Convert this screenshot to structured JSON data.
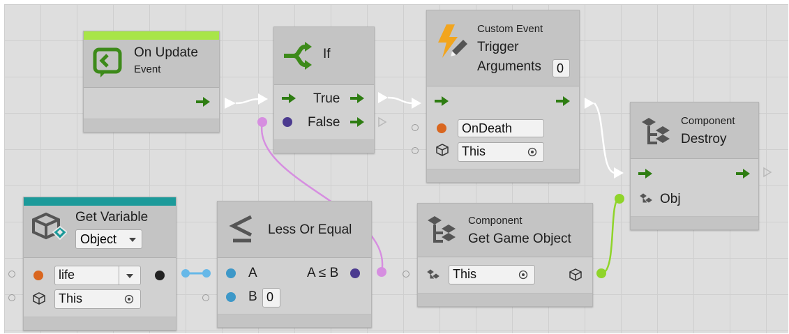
{
  "nodes": {
    "on_update": {
      "title": "On Update",
      "subtitle": "Event"
    },
    "if_node": {
      "title": "If",
      "true_label": "True",
      "false_label": "False"
    },
    "custom_event": {
      "kind": "Custom Event",
      "title": "Trigger",
      "args_label": "Arguments",
      "args_value": "0",
      "name_value": "OnDeath",
      "target_value": "This"
    },
    "destroy": {
      "kind": "Component",
      "title": "Destroy",
      "obj_label": "Obj"
    },
    "get_variable": {
      "title": "Get Variable",
      "type_value": "Object",
      "var_value": "life",
      "target_value": "This"
    },
    "less_or_equal": {
      "title": "Less Or Equal",
      "a_label": "A",
      "b_label": "B",
      "b_value": "0",
      "out_label": "A ≤ B"
    },
    "get_game_object": {
      "kind": "Component",
      "title": "Get Game Object",
      "target_value": "This"
    }
  },
  "colors": {
    "event_bar": "#a8e548",
    "variable_bar": "#1c9a9a",
    "flow_arrow": "#2e7d12",
    "bool_port": "#4b3a8f",
    "object_port": "#d9661f",
    "float_port": "#3d98c8",
    "wire_flow": "#ffffff",
    "wire_bool": "#d68ee0",
    "wire_float": "#66b8e8",
    "wire_go": "#8fd42a"
  }
}
